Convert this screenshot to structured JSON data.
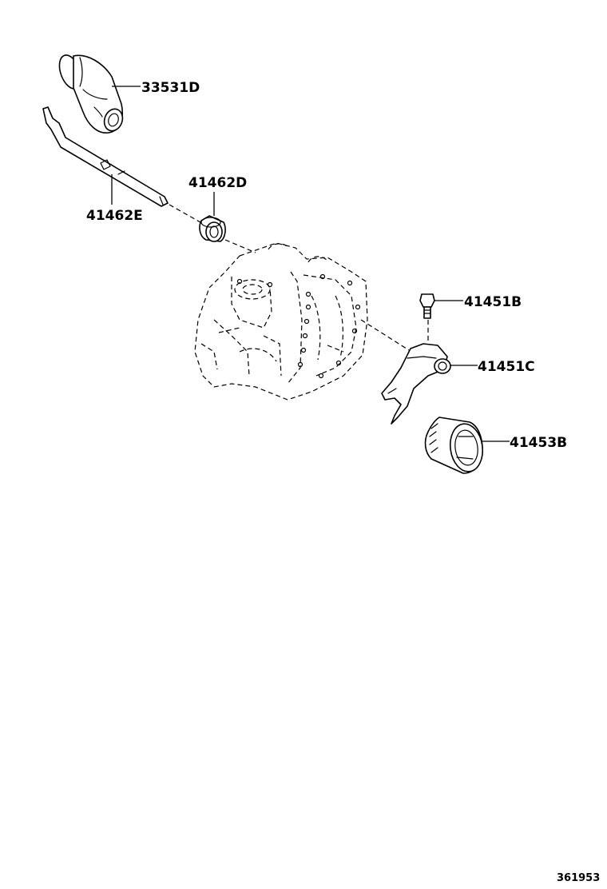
{
  "parts": [
    {
      "key": "boot",
      "number": "33531D"
    },
    {
      "key": "shift-rod",
      "number": "41462E"
    },
    {
      "key": "bushing",
      "number": "41462D"
    },
    {
      "key": "bolt",
      "number": "41451B"
    },
    {
      "key": "shift-fork",
      "number": "41451C"
    },
    {
      "key": "sleeve",
      "number": "41453B"
    }
  ],
  "figure_id": "361953"
}
